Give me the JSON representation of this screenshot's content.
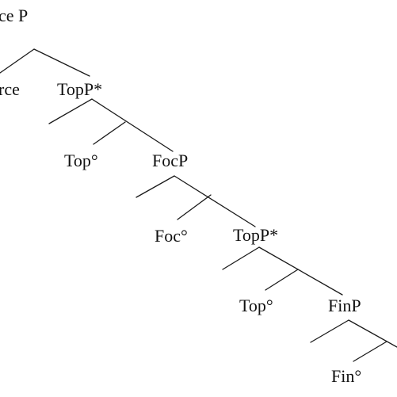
{
  "diagram": {
    "type": "syntax-tree",
    "line_color": "#1a1a1a",
    "text_color": "#111111",
    "nodes": {
      "force_p": "ce P",
      "force_head": "rce",
      "topp_1": "TopP*",
      "top_head_1": "Top°",
      "focp": "FocP",
      "foc_head": "Foc°",
      "topp_2": "TopP*",
      "top_head_2": "Top°",
      "finp": "FinP",
      "fin_head": "Fin°"
    }
  }
}
